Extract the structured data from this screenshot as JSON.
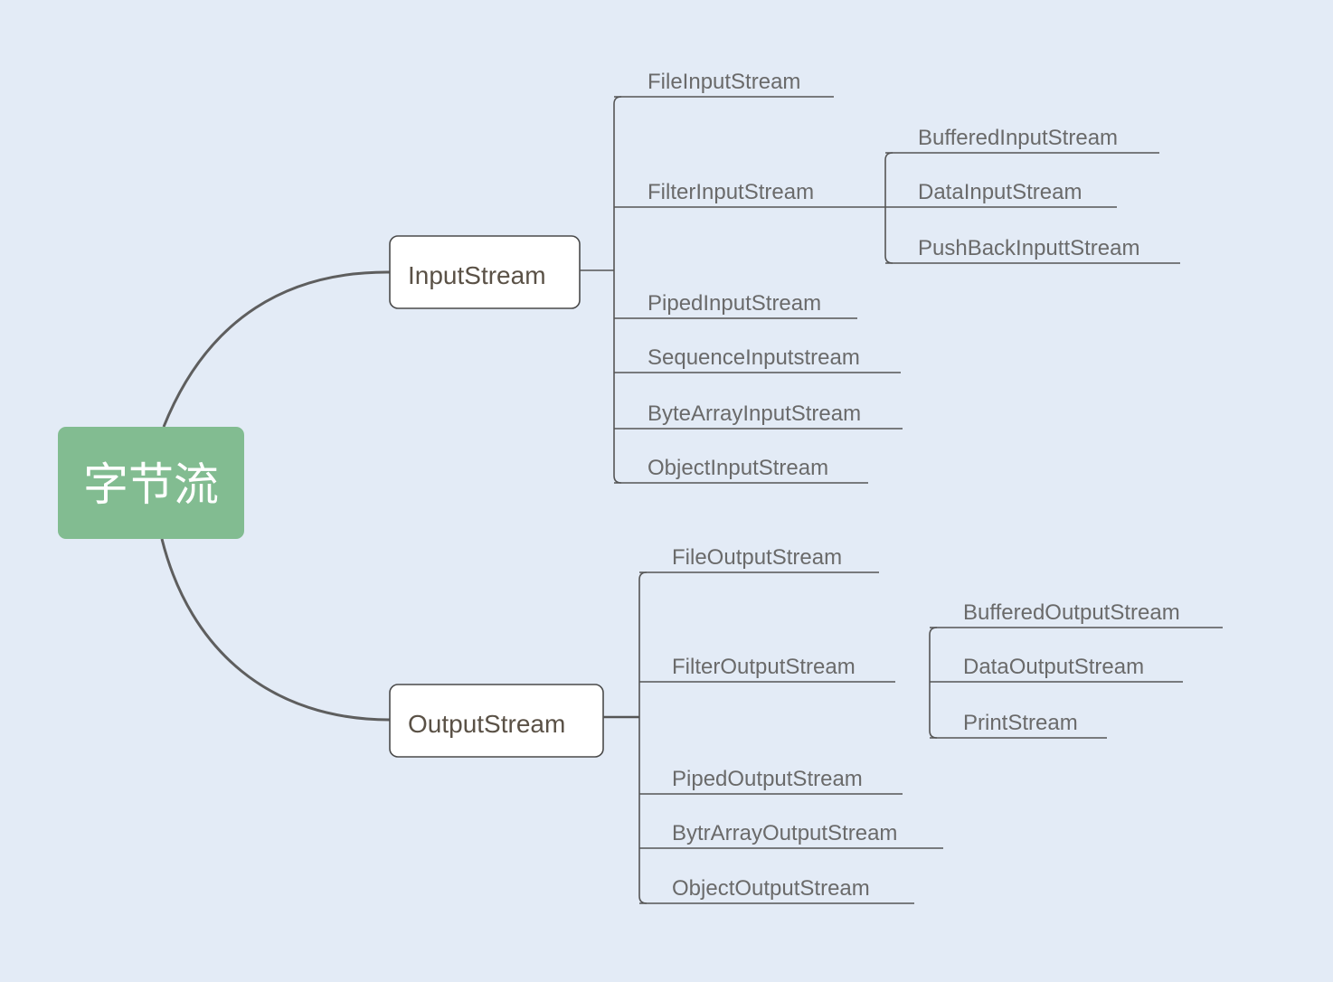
{
  "root": {
    "label": "字节流",
    "color": "#82bc91"
  },
  "input": {
    "label": "InputStream",
    "children": [
      "FileInputStream",
      "FilterInputStream",
      "PipedInputStream",
      "SequenceInputstream",
      "ByteArrayInputStream",
      "ObjectInputStream"
    ],
    "filter_children": [
      "BufferedInputStream",
      "DataInputStream",
      "PushBackInputtStream"
    ]
  },
  "output": {
    "label": "OutputStream",
    "children": [
      "FileOutputStream",
      "FilterOutputStream",
      "PipedOutputStream",
      "BytrArrayOutputStream",
      "ObjectOutputStream"
    ],
    "filter_children": [
      "BufferedOutputStream",
      "DataOutputStream",
      "PrintStream"
    ]
  },
  "colors": {
    "background": "#e3ebf6",
    "line": "#555555",
    "node_text": "#5a5146",
    "leaf_text": "#6a6a6a"
  }
}
